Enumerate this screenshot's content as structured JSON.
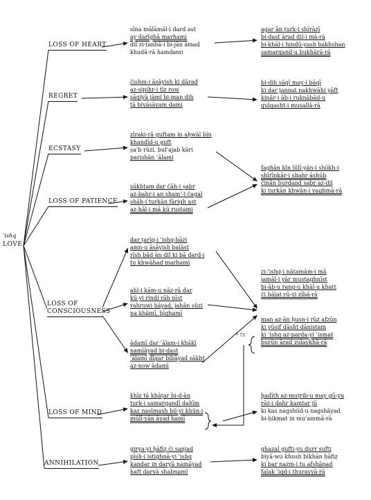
{
  "root": {
    "symbol": "ʿishq",
    "label": "LOVE"
  },
  "categories": [
    {
      "id": "heart",
      "label": "LOSS OF HEART"
    },
    {
      "id": "regret",
      "label": "REGRET"
    },
    {
      "id": "ecstasy",
      "label": "ECSTASY"
    },
    {
      "id": "patience",
      "label": "LOSS OF PATIENCE"
    },
    {
      "id": "consc",
      "label": "LOSS OF CONSCIOUSNESS"
    },
    {
      "id": "mind",
      "label": "LOSS OF MIND"
    },
    {
      "id": "annih",
      "label": "ANNIHILATION"
    }
  ],
  "left_blocks": [
    {
      "id": "L1",
      "lines": [
        "sīna mālāmāl-i dard ast",
        "ay darīghā marhami",
        "dil zi-tanhā-i bi-jān āmad",
        "khudā-rā hamdami"
      ]
    },
    {
      "id": "L2",
      "lines": [
        "čishm-i āsāyish ki dārad",
        "az-sipihr-i tīz row",
        "sāqiyā jāmi bi-man dih",
        "tā biyāsāyam dami"
      ]
    },
    {
      "id": "L3",
      "lines": [
        "zīraki-rā guftam in aḥwāl bīn",
        "khandīd-u guft",
        "ṣaʿb rūzi, bulʿajab kāri",
        "parishān ʿālami"
      ]
    },
    {
      "id": "L4",
      "lines": [
        "sūkhtam dar čāh-i ṣabr",
        "az-bahr-i an shamʿ-i čagal",
        "shāh-i turkān fārigh ast",
        "az-ḥāl-i mā kū rustami"
      ]
    },
    {
      "id": "L5",
      "lines": [
        "dar ṭarīq-i ʿishq-bāzi",
        "amn-u āsāyish balāst",
        "rīsh bād ān dil ki bā dard-i",
        "tu khwāhad marhami"
      ]
    },
    {
      "id": "L6",
      "lines": [
        "ahl-i kām-u nāz-rā dar",
        "kū-yi rindi rāh nīst",
        "rahruwi bāyad, jahān sūzi",
        "na khāmī, bīghamī"
      ]
    },
    {
      "id": "L7",
      "lines": [
        "ādamī dar ʿālam-i khākī",
        "namīāyad bi-dast",
        "ʿālamī dīgar bibāyad sākht",
        "az-now ādamī"
      ]
    },
    {
      "id": "L8",
      "lines": [
        "khīz tā khāṭar bi-d-ān",
        "turk-i samarqandī dahīm",
        "kaz nasīmash bū-yi khūn-i",
        "mūlī-yān āyad hamī"
      ]
    },
    {
      "id": "L9",
      "lines": [
        "girya-yi ḥāfiẓ či sanjad",
        "pīsh-i istighnā-yi ʿishq",
        "kandar in daryā namāyad",
        "haft daryā shabnamī"
      ]
    }
  ],
  "right_blocks": [
    {
      "id": "R1",
      "lines": [
        "agar ān turk-i shīrāzī",
        "bi-dast ārad dil-i mā-rā",
        "bi-khāl-i hindū-yash bakhshan",
        "samarqand-u bukhārā-rā"
      ]
    },
    {
      "id": "R2",
      "lines": [
        "bi-dih sāqī may-i bāqī",
        "ki dar jannat nakhwāhi yāft",
        "kinār-i āb-i ruknābād-u",
        "gulgasht-i muṣallā-rā"
      ]
    },
    {
      "id": "R3",
      "lines": [
        "faghān kīn lūlī-yān-i shōkh-i",
        "shīrīnkār-i shahr āshūb",
        "činān burdand ṣabr az-dil",
        "ki turkān khwān-i yaghmā-rā"
      ]
    },
    {
      "id": "R4",
      "lines": [
        "zi-ʿishq-i nātamām-i mā",
        "jamāl-i yār mustaghnīst",
        "bi-āb-u rang-u khāl-u khaṭṭ",
        "či ḥājat rū-yi zībā-rā"
      ]
    },
    {
      "id": "R5",
      "lines": [
        "man az-ān ḥusn-i rūz afzūn",
        "ki yūsif dāsht dānistam",
        "ki ʿishq az-parda-yi ʿiṣmat",
        "burūn ārad zulaykhā-rā"
      ]
    },
    {
      "id": "R6",
      "lines": [
        "ḥadīth az-muṭrib-u may gū-yu",
        "rāz-i dahr kamtar jū",
        "ki kas nagshūd-u nagshāyad",
        "bi-ḥikmat in muʿammā-rā"
      ]
    },
    {
      "id": "R7",
      "lines": [
        "ghazal gufti-yu durr sufti",
        "biyā-wu khush bikhān ḥāfiẓ",
        "ki bar naẓm-i tu afshānad",
        "falak ʿiqd-i thurayyā-rā"
      ]
    }
  ],
  "footnote_mark": "* 73"
}
